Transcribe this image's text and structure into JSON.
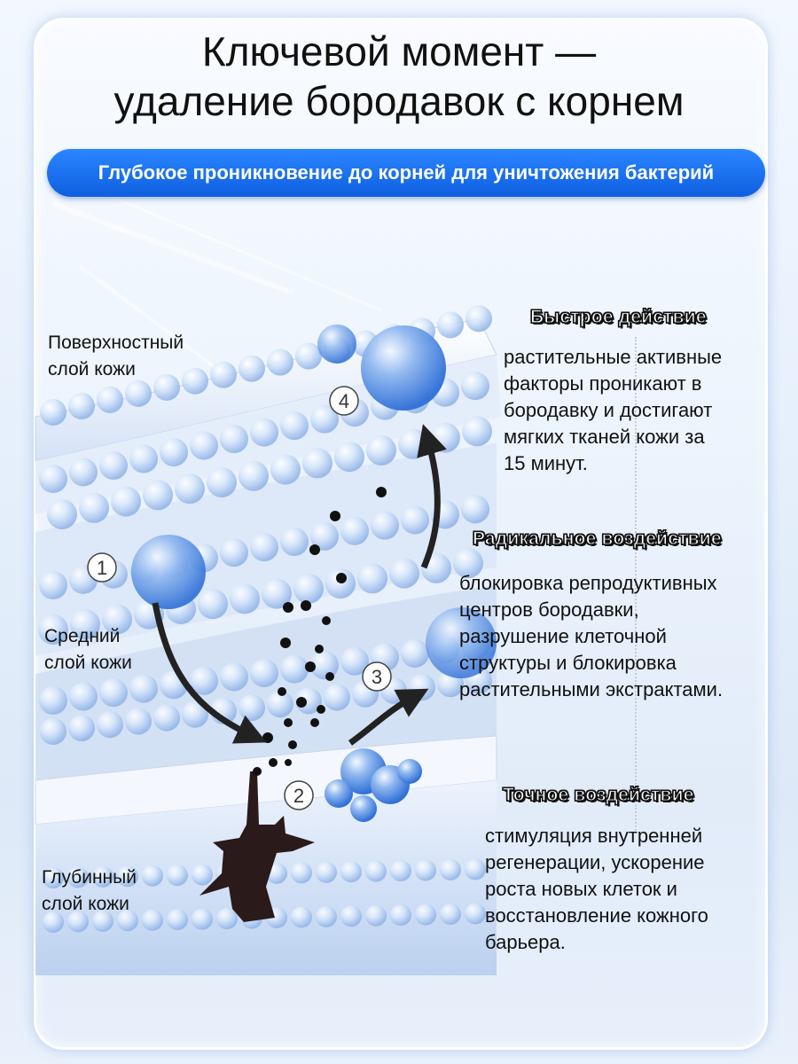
{
  "title": {
    "line1": "Ключевой момент —",
    "line2": "удаление бородавок с корнем"
  },
  "subtitle": "Глубокое проникновение до корней для уничтожения бактерий",
  "layers": {
    "surface": {
      "line1": "Поверхностный",
      "line2": "слой кожи"
    },
    "middle": {
      "line1": "Средний",
      "line2": "слой кожи"
    },
    "deep": {
      "line1": "Глубинный",
      "line2": "слой кожи"
    }
  },
  "steps": [
    "1",
    "2",
    "3",
    "4"
  ],
  "features": [
    {
      "badge": "Быстрое действие",
      "lines": [
        "растительные активные",
        "факторы проникают в",
        "бородавку и достигают",
        "мягких тканей кожи за",
        "15 минут."
      ]
    },
    {
      "badge": "Радикальное воздействие",
      "lines": [
        "блокировка репродуктивных",
        "центров бородавки,",
        "разрушение клеточной",
        "структуры и блокировка",
        "растительными экстрактами."
      ]
    },
    {
      "badge": "Точное воздействие",
      "lines": [
        "стимуляция внутренней",
        "регенерации, ускорение",
        "роста новых клеток и",
        "восстановление кожного",
        "барьера."
      ]
    }
  ],
  "colors": {
    "accent": "#1a6ff0",
    "bubble": "#8fb7ef",
    "wart_root": "#2a1a1a"
  }
}
